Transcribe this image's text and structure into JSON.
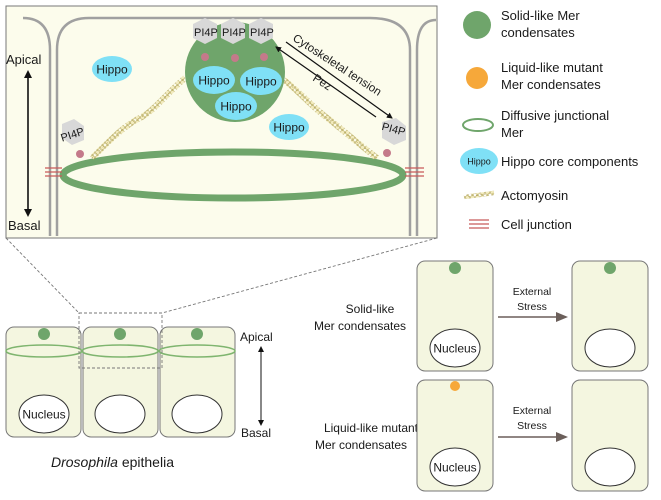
{
  "colors": {
    "cell_fill": "#fcfcec",
    "cell_fill_small": "#f4f6e0",
    "membrane": "#9a9a9a",
    "solid_mer": "#6fa56b",
    "liquid_mer": "#f6a83a",
    "diffusive_mer": "#6fa56b",
    "hippo": "#7fe0f6",
    "pi4p": "#d8d8d8",
    "pi4p_dot": "#c47a8a",
    "junction": "#c85a5a",
    "actomyosin": "#e8dca0",
    "arrow": "#6b5f5a"
  },
  "detail_panel": {
    "axis_top": "Apical",
    "axis_bottom": "Basal",
    "pi4p_label": "PI4P",
    "hippo_label": "Hippo",
    "tension_label": "Cytoskeletal tension",
    "pez_label": "Pez"
  },
  "legend": {
    "items": [
      {
        "icon": "green-filled-circle",
        "line1": "Solid-like Mer",
        "line2": "condensates"
      },
      {
        "icon": "orange-filled-circle",
        "line1": "Liquid-like mutant",
        "line2": "Mer condensates"
      },
      {
        "icon": "green-ring-ellipse",
        "line1": "Diffusive junctional",
        "line2": "Mer"
      },
      {
        "icon": "hippo-bubble",
        "icon_text": "Hippo",
        "line1": "Hippo core components",
        "line2": ""
      },
      {
        "icon": "actomyosin-chain",
        "line1": "Actomyosin",
        "line2": ""
      },
      {
        "icon": "cell-junction-lines",
        "line1": "Cell junction",
        "line2": ""
      }
    ]
  },
  "epithelia_panel": {
    "nucleus_label": "Nucleus",
    "axis_top": "Apical",
    "axis_bottom": "Basal",
    "caption_italic": "Drosophila",
    "caption_rest": " epithelia"
  },
  "comparison_panel": {
    "rows": [
      {
        "label_line1": "Solid-like",
        "label_line2": "Mer condensates",
        "condensate": "solid",
        "after_condensate": true
      },
      {
        "label_line1": "Liquid-like mutant",
        "label_line2": "Mer condensates",
        "condensate": "liquid",
        "after_condensate": false
      }
    ],
    "nucleus_label": "Nucleus",
    "arrow_line1": "External",
    "arrow_line2": "Stress"
  }
}
